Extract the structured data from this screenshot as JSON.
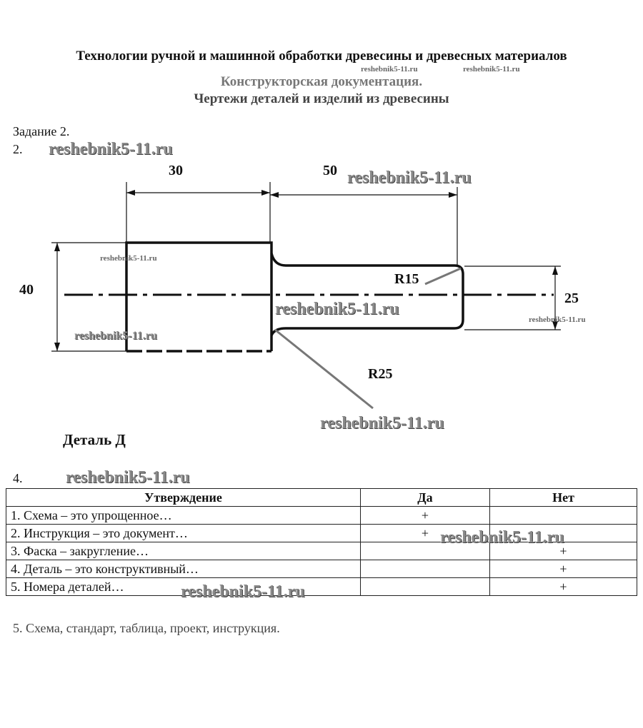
{
  "header": {
    "title": "Технологии ручной и машинной обработки древесины и древесных материалов",
    "subtitle": "Конструкторская документация.",
    "subtitle2": "Чертежи деталей и изделий из древесины"
  },
  "task": {
    "label": "Задание 2.",
    "item2": "2.",
    "item4": "4.",
    "part_caption": "Деталь Д"
  },
  "drawing": {
    "dims": {
      "d30": "30",
      "d50": "50",
      "d40": "40",
      "d25": "25",
      "r15": "R15",
      "r25": "R25"
    }
  },
  "table": {
    "headers": [
      "Утверждение",
      "Да",
      "Нет"
    ],
    "rows": [
      {
        "statement": "1. Схема – это упрощенное…",
        "yes": "+",
        "no": ""
      },
      {
        "statement": "2. Инструкция – это документ…",
        "yes": "+",
        "no": ""
      },
      {
        "statement": "3. Фаска – закругление…",
        "yes": "",
        "no": "+"
      },
      {
        "statement": "4. Деталь – это конструктивный…",
        "yes": "",
        "no": "+"
      },
      {
        "statement": "5. Номера деталей…",
        "yes": "",
        "no": "+"
      }
    ]
  },
  "answer5": "5. Схема, стандарт, таблица, проект, инструкция.",
  "watermark": "reshebnik5-11.ru"
}
